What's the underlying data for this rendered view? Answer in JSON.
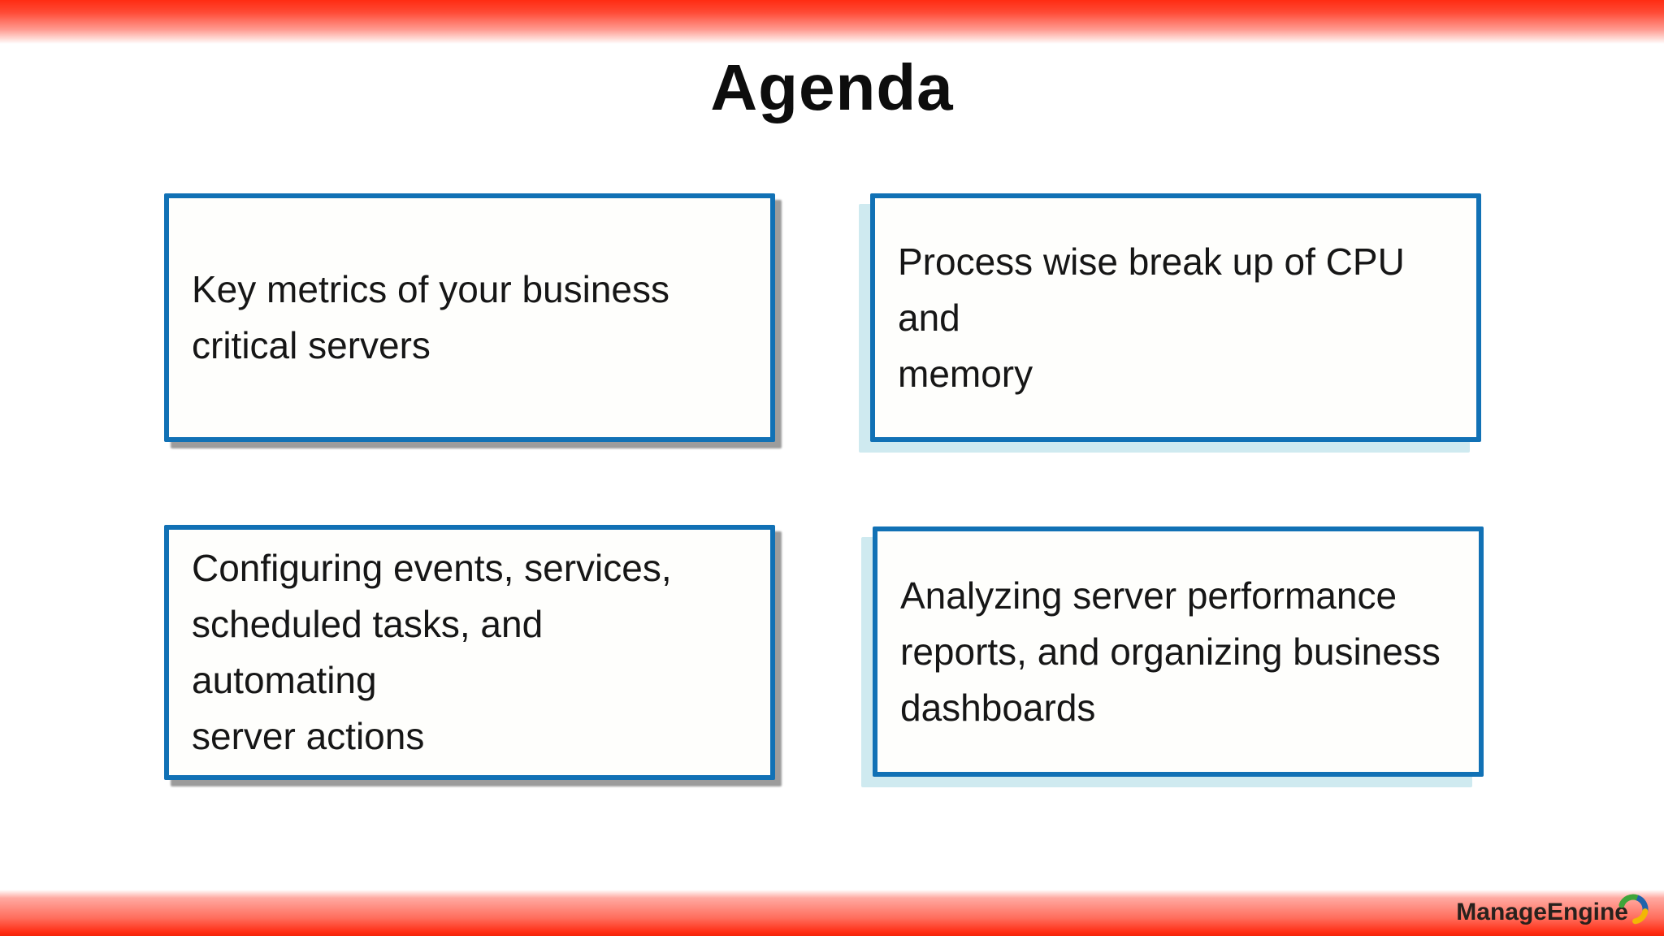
{
  "slide": {
    "title": "Agenda",
    "cards": [
      {
        "text": "Key metrics of your business\ncritical servers"
      },
      {
        "text": "Process wise break up of CPU and\nmemory"
      },
      {
        "text": "Configuring events, services,\nscheduled tasks, and automating\nserver actions"
      },
      {
        "text": "Analyzing server performance\nreports, and organizing business\ndashboards"
      }
    ],
    "colors": {
      "accent_red": "#ff2c13",
      "accent_pink": "#ffa9a1",
      "card_border_blue": "#1171b5",
      "shadow_gray": "#9c9c9c",
      "shadow_cyan": "#cfeaf0",
      "text": "#161616"
    },
    "brand": {
      "logo_text": "ManageEngine"
    }
  }
}
